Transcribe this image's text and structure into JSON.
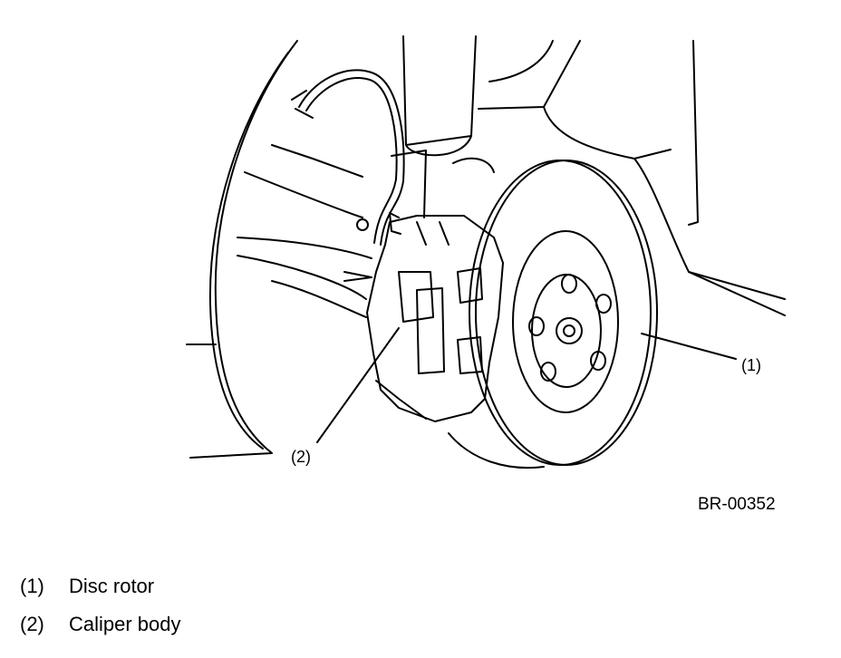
{
  "figure": {
    "code": "BR-00352",
    "callouts": [
      {
        "label": "(1)"
      },
      {
        "label": "(2)"
      }
    ]
  },
  "legend": [
    {
      "num": "(1)",
      "text": "Disc rotor"
    },
    {
      "num": "(2)",
      "text": "Caliper body"
    }
  ]
}
